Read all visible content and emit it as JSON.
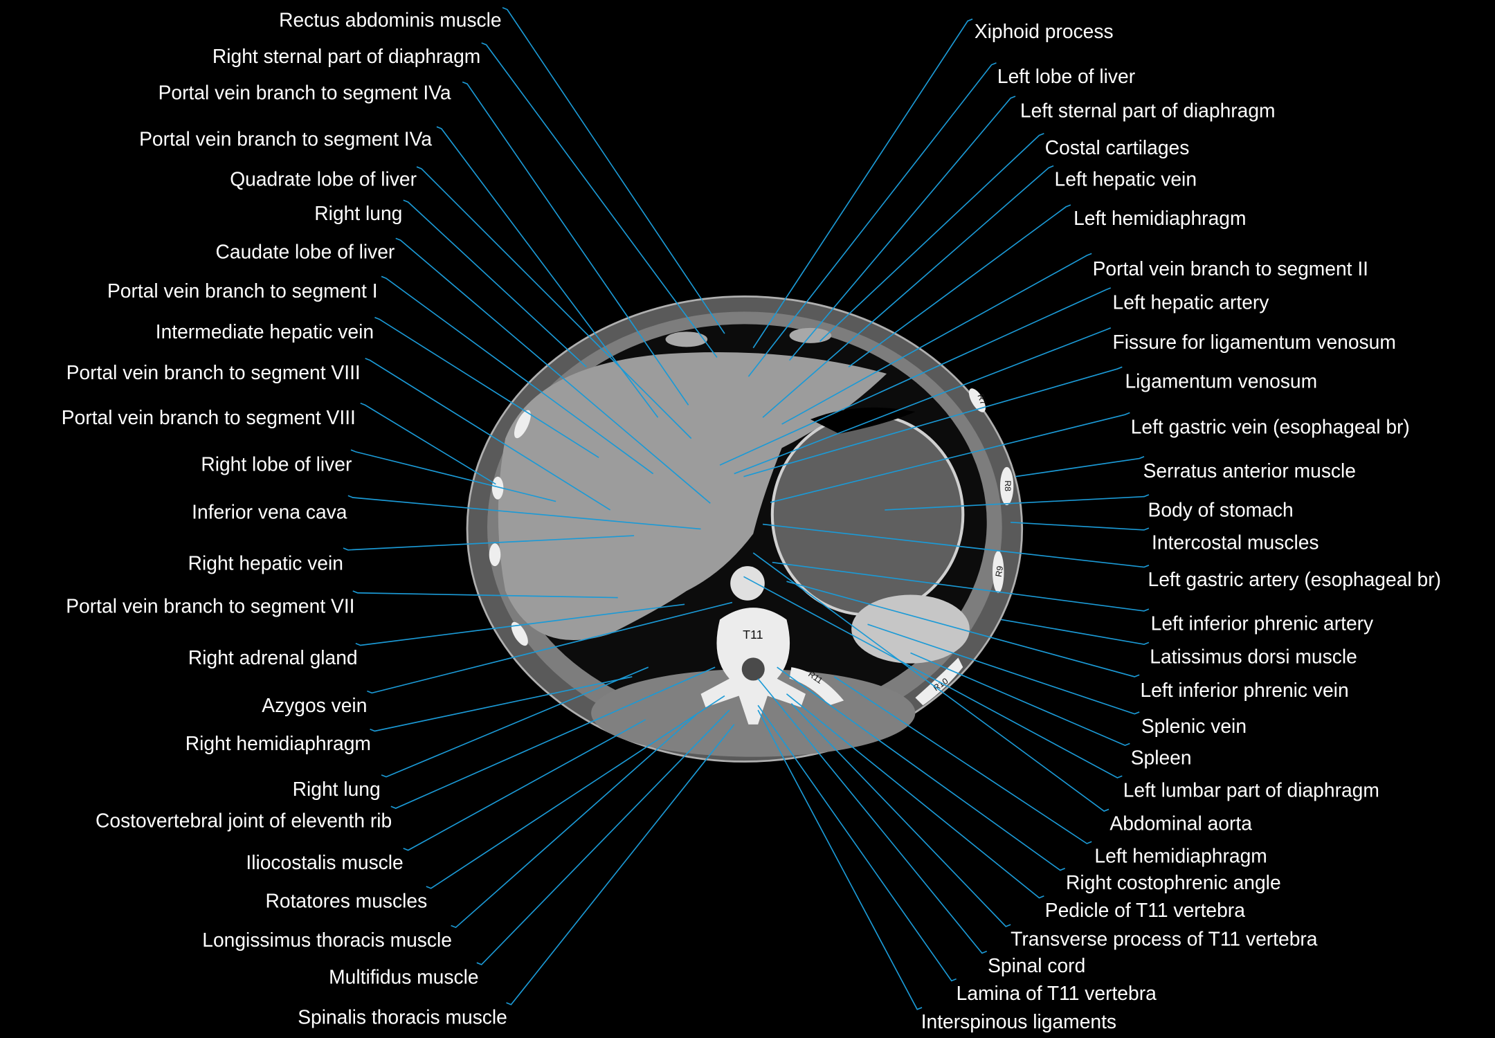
{
  "labels_left": [
    "Rectus abdominis muscle",
    "Right sternal part of diaphragm",
    "Portal vein branch to segment IVa",
    "Portal vein branch to segment IVa",
    "Quadrate lobe of liver",
    "Right lung",
    "Caudate lobe of liver",
    "Portal vein branch to segment I",
    "Intermediate hepatic vein",
    "Portal vein branch to segment VIII",
    "Portal vein branch to segment VIII",
    "Right lobe of liver",
    "Inferior vena cava",
    "Right hepatic vein",
    "Portal vein branch to segment VII",
    "Right adrenal gland",
    "Azygos vein",
    "Right hemidiaphragm",
    "Right lung",
    "Costovertebral joint of eleventh rib",
    "Iliocostalis muscle",
    "Rotatores muscles",
    "Longissimus thoracis muscle",
    "Multifidus muscle",
    "Spinalis thoracis muscle"
  ],
  "labels_right": [
    "Xiphoid process",
    "Left lobe of liver",
    "Left sternal part of diaphragm",
    "Costal cartilages",
    "Left hepatic vein",
    "Left hemidiaphragm",
    "Portal vein branch to segment II",
    "Left hepatic artery",
    "Fissure for ligamentum venosum",
    "Ligamentum venosum",
    "Left gastric vein (esophageal br)",
    "Serratus anterior muscle",
    "Body of stomach",
    "Intercostal muscles",
    "Left gastric artery (esophageal br)",
    "Left inferior phrenic artery",
    "Latissimus dorsi muscle",
    "Left inferior phrenic vein",
    "Splenic vein",
    "Spleen",
    "Left lumbar part of diaphragm",
    "Abdominal aorta",
    "Left hemidiaphragm",
    "Right costophrenic angle",
    "Pedicle of T11 vertebra",
    "Transverse process of T11 vertebra",
    "Spinal cord",
    "Lamina of T11 vertebra",
    "Interspinous ligaments"
  ],
  "image_annotations": {
    "vertebra": "T11",
    "ribs": [
      "R7",
      "R8",
      "R9",
      "R10",
      "R11"
    ]
  },
  "colors": {
    "background": "#000000",
    "leader_line": "#1b9ad6",
    "label_text": "#ffffff"
  }
}
